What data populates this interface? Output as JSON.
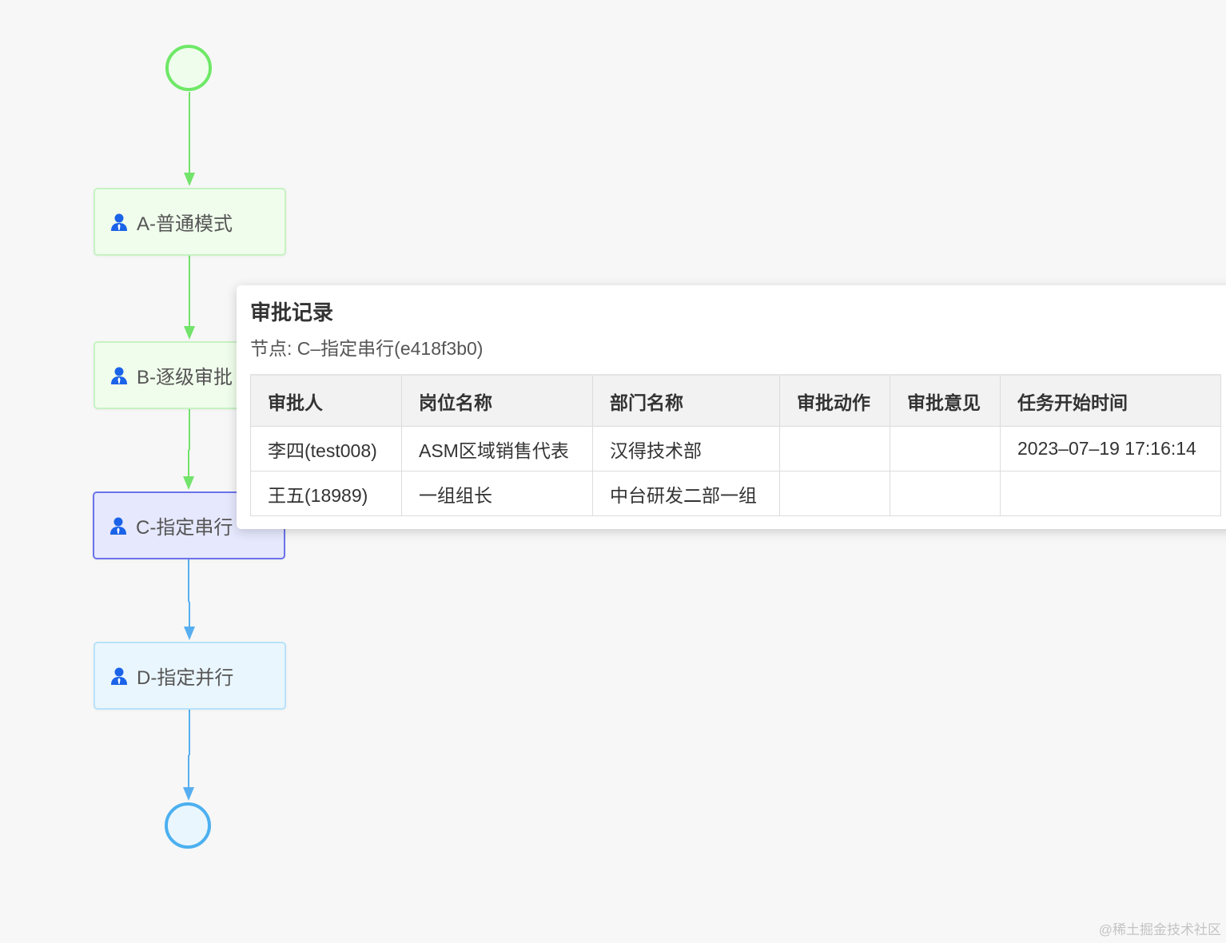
{
  "flow": {
    "nodes": [
      {
        "id": "A",
        "label": "A-普通模式",
        "state": "completed",
        "icon": "user-icon"
      },
      {
        "id": "B",
        "label": "B-逐级审批",
        "state": "completed",
        "icon": "user-icon"
      },
      {
        "id": "C",
        "label": "C-指定串行",
        "state": "active",
        "icon": "user-icon"
      },
      {
        "id": "D",
        "label": "D-指定并行",
        "state": "pending",
        "icon": "user-icon"
      }
    ],
    "colors": {
      "completed_edge": "#72e36b",
      "pending_edge": "#56aef0",
      "active_border": "#6b73ea",
      "icon": "#1b63e8"
    }
  },
  "popover": {
    "title": "审批记录",
    "subtitle": "节点: C–指定串行(e418f3b0)",
    "table": {
      "headers": [
        "审批人",
        "岗位名称",
        "部门名称",
        "审批动作",
        "审批意见",
        "任务开始时间"
      ],
      "rows": [
        [
          "李四(test008)",
          "ASM区域销售代表",
          "汉得技术部",
          "",
          "",
          "2023–07–19 17:16:14"
        ],
        [
          "王五(18989)",
          "一组组长",
          "中台研发二部一组",
          "",
          "",
          ""
        ]
      ]
    }
  },
  "watermark": "@稀土掘金技术社区"
}
